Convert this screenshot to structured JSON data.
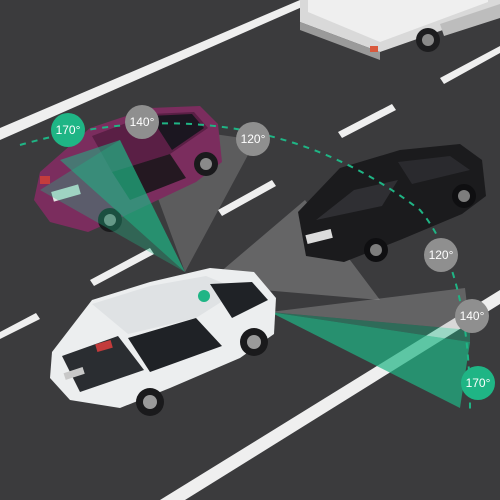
{
  "colors": {
    "road": "#3b3b3d",
    "lane_marking": "#f2f2f2",
    "sensor_green": "#1fb585",
    "badge_gray": "#8f8f8f",
    "badge_green": "#1fb585",
    "suv_white": "#eceeef",
    "sedan_purple": "#7b2d5e",
    "sedan_black": "#1b1b1d",
    "truck_white": "#e6e6e6"
  },
  "angle_labels": {
    "rear_left_green": "170°",
    "rear_left_gray": "140°",
    "left_side_gray": "120°",
    "right_upper_gray": "120°",
    "right_mid_gray": "140°",
    "right_lower_green": "170°"
  },
  "icons": [
    "suv-car-icon",
    "purple-sedan-icon",
    "black-sedan-icon",
    "truck-icon"
  ]
}
